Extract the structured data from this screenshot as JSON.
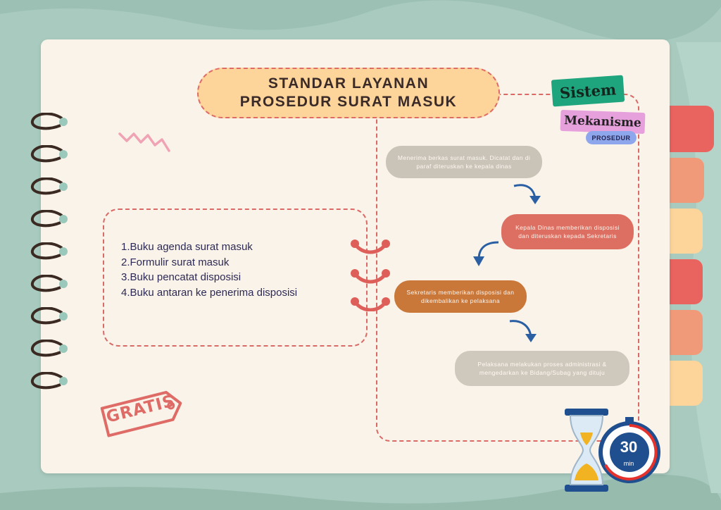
{
  "title": {
    "line1": "STANDAR LAYANAN",
    "line2": "PROSEDUR SURAT MASUK"
  },
  "tags": {
    "sistem": "Sistem",
    "mekanisme": "Mekanisme",
    "prosedur": "PROSEDUR"
  },
  "requirements": [
    "1.Buku agenda surat masuk",
    "2.Formulir surat masuk",
    "3.Buku pencatat disposisi",
    "4.Buku antaran ke penerima disposisi"
  ],
  "steps": [
    "Menerima berkas surat masuk. Dicatat dan di paraf diteruskan ke kepala dinas",
    "Kepala Dinas memberikan disposisi dan diteruskan kepada Sekretaris",
    "Sekretaris memberikan disposisi dan dikembalikan ke pelaksana",
    "Pelaksana melakukan proses administrasi & mengedarkan ke Bidang/Subag yang dituju"
  ],
  "stamp": "GRATIS",
  "timer": {
    "value": "30",
    "unit": "min"
  },
  "colors": {
    "background": "#a9cbbf",
    "page": "#faf3ea",
    "accent_red": "#d96a66",
    "title_fill": "#fdd49a",
    "text_navy": "#2d2a55"
  }
}
